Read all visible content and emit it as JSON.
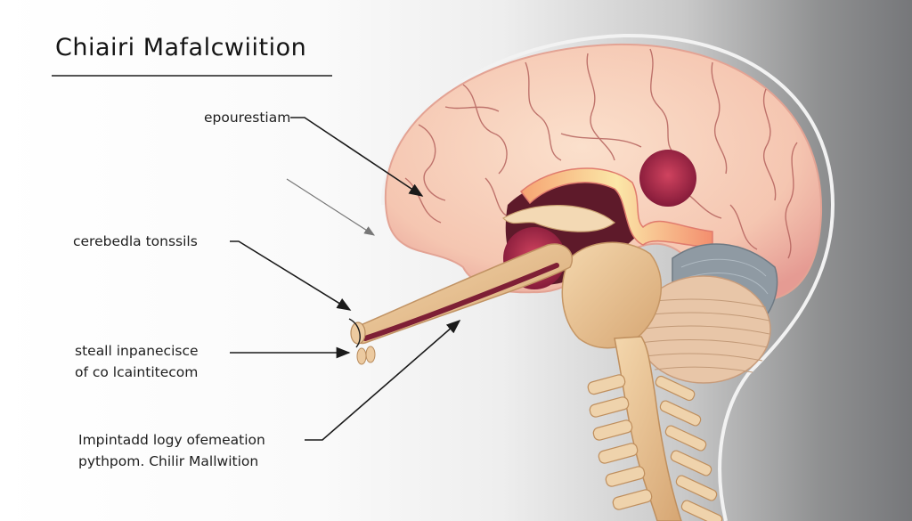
{
  "title": "Chiairi Mafalcwiition",
  "labels": [
    {
      "id": "epourestiam",
      "lines": [
        "epourestiam"
      ]
    },
    {
      "id": "cerebedla-tonssils",
      "lines": [
        "cerebedla tonssils"
      ]
    },
    {
      "id": "steall-inpanecisce",
      "lines": [
        "steall inpanecisce",
        "of  co lcaintitecom"
      ]
    },
    {
      "id": "impintadd-logy",
      "lines": [
        "Impintadd logy ofemeation",
        "pythpom. Chilir Mallwition"
      ]
    }
  ],
  "colors": {
    "brain": "#f6c9b4",
    "brain_shadow": "#e8a596",
    "sulci": "#b5635e",
    "spine": "#e9c498",
    "dark_cavity": "#5e1a2a",
    "round_body": "#a32848",
    "cerebellum": "#8f9aa3",
    "text": "#1e1e1e"
  }
}
